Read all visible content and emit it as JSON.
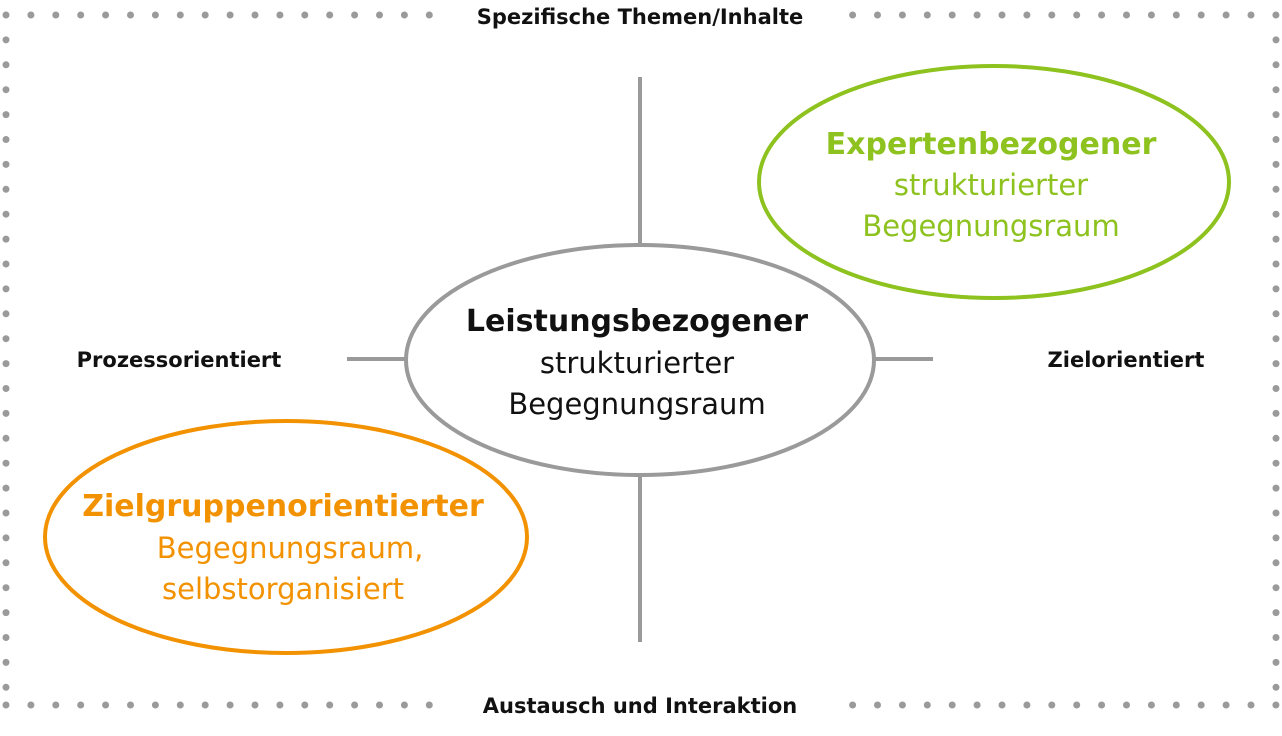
{
  "colors": {
    "gray": "#9a9a9a",
    "green": "#8dc21f",
    "orange": "#f39200",
    "text": "#111111"
  },
  "axes": {
    "top": "Spezifische Themen/Inhalte",
    "bottom": "Austausch und Interaktion",
    "left": "Prozessorientiert",
    "right": "Zielorientiert"
  },
  "center": {
    "title": "Leistungsbezogener",
    "line1": "strukturierter",
    "line2": "Begegnungsraum"
  },
  "expert": {
    "title": "Expertenbezogener",
    "line1": "strukturierter",
    "line2": "Begegnungsraum"
  },
  "target_group": {
    "title": "Zielgruppenorientierter",
    "line1": "Begegnungsraum,",
    "line2": "selbstorganisiert"
  }
}
